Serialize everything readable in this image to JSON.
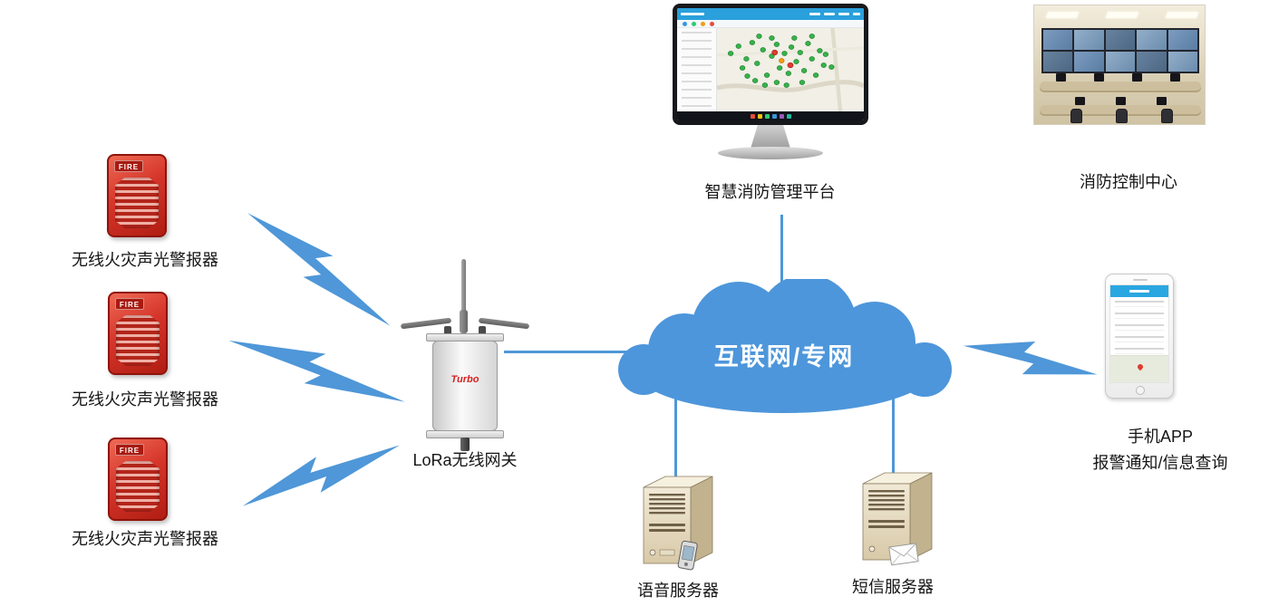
{
  "nodes": {
    "alarm1": {
      "label": "无线火灾声光警报器",
      "device_text": "FIRE"
    },
    "alarm2": {
      "label": "无线火灾声光警报器",
      "device_text": "FIRE"
    },
    "alarm3": {
      "label": "无线火灾声光警报器",
      "device_text": "FIRE"
    },
    "gateway": {
      "label": "LoRa无线网关",
      "brand": "Turbo"
    },
    "cloud": {
      "label": "互联网/专网"
    },
    "platform": {
      "label": "智慧消防管理平台"
    },
    "control_center": {
      "label": "消防控制中心"
    },
    "phone_app": {
      "label_line1": "手机APP",
      "label_line2": "报警通知/信息查询"
    },
    "voice_server": {
      "label": "语音服务器"
    },
    "sms_server": {
      "label": "短信服务器"
    }
  },
  "colors": {
    "connector_blue": "#4F97D8",
    "cloud_blue": "#4D96DB",
    "cloud_text": "#FFFFFF",
    "alarm_red": "#C5291C",
    "label_text": "#151515"
  }
}
